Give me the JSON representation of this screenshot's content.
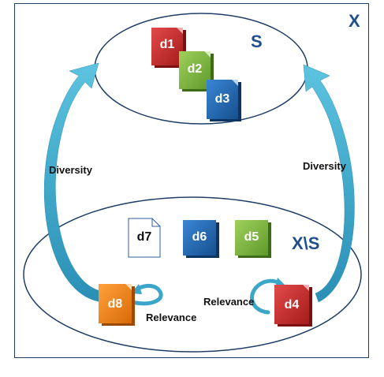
{
  "frame_label": "X",
  "top_set": {
    "label": "S",
    "docs": [
      {
        "id": "d1",
        "color": "#c62828"
      },
      {
        "id": "d2",
        "color": "#7cb342"
      },
      {
        "id": "d3",
        "color": "#1e63ad"
      }
    ]
  },
  "bottom_set": {
    "label": "X\\S",
    "docs": [
      {
        "id": "d7",
        "color": "#ffffff"
      },
      {
        "id": "d6",
        "color": "#1e63ad"
      },
      {
        "id": "d5",
        "color": "#7cb342"
      },
      {
        "id": "d8",
        "color": "#f07f14"
      },
      {
        "id": "d4",
        "color": "#c62828"
      }
    ]
  },
  "annotations": {
    "diversity_left": "Diversity",
    "diversity_right": "Diversity",
    "relevance_left": "Relevance",
    "relevance_right": "Relevance"
  },
  "colors": {
    "arrow": "#3aa6c8",
    "ellipse_stroke": "#1f3e66",
    "label": "#1f4f8f"
  }
}
